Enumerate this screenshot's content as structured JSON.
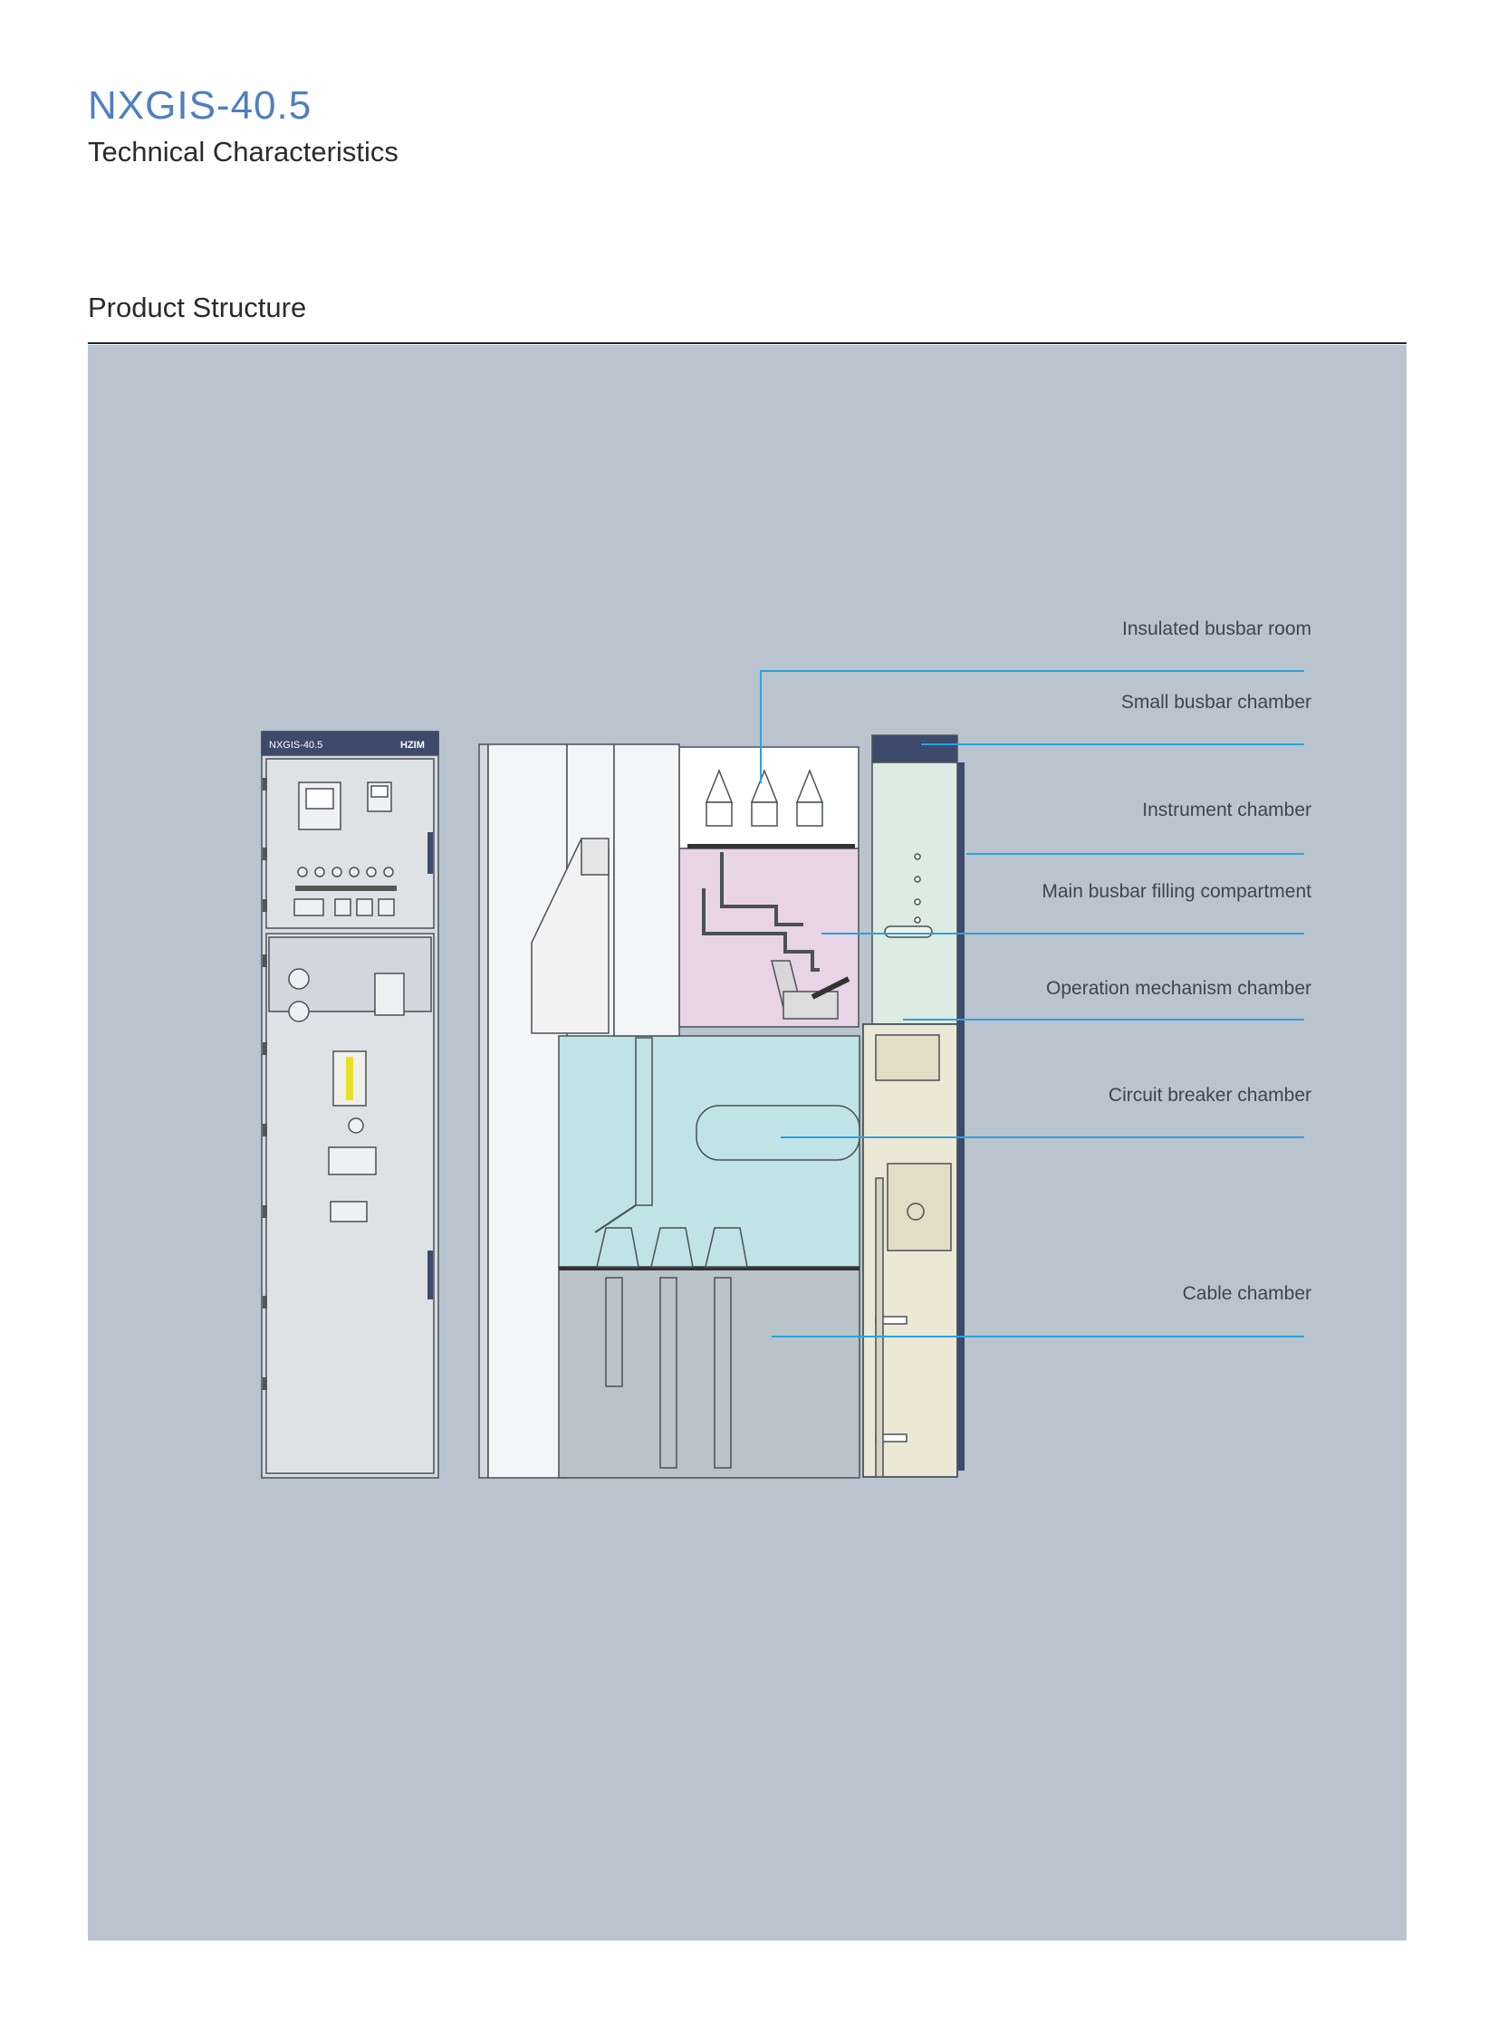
{
  "header": {
    "title": "NXGIS-40.5",
    "subtitle": "Technical Characteristics"
  },
  "section": {
    "title": "Product Structure"
  },
  "front_panel": {
    "label": "NXGIS-40.5",
    "brand": "HZIM"
  },
  "callouts": [
    {
      "label": "Insulated busbar room"
    },
    {
      "label": "Small busbar chamber"
    },
    {
      "label": "Instrument chamber"
    },
    {
      "label": "Main busbar filling compartment"
    },
    {
      "label": "Operation mechanism chamber"
    },
    {
      "label": "Circuit breaker chamber"
    },
    {
      "label": "Cable chamber"
    }
  ],
  "colors": {
    "title": "#4f7fbf",
    "panel_bg": "#b9c4ce",
    "leader_line": "#29a3e0",
    "busbar_room": "#ffffff",
    "filling_compartment": "#e8d4e6",
    "breaker_chamber": "#bfe3e6",
    "cable_chamber": "#b8c4c9",
    "instrument_chamber": "#dcece2",
    "mechanism_chamber": "#ebe8d5",
    "cabinet_front": "#d9dcdf"
  }
}
